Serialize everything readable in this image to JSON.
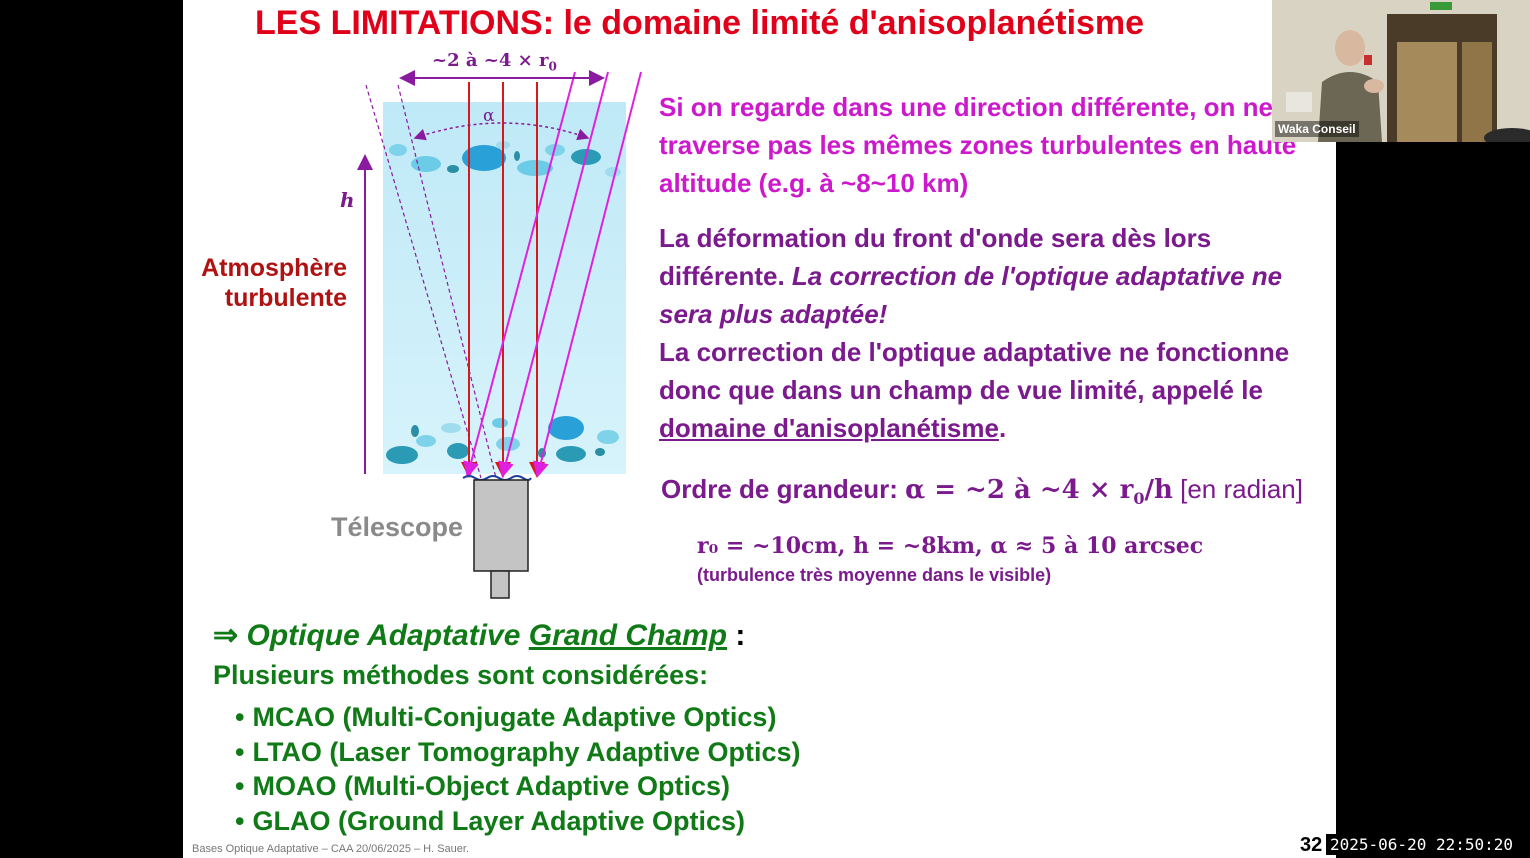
{
  "slide": {
    "title": "LES LIMITATIONS: le domaine limité d'anisoplanétisme",
    "diagram": {
      "width_label": "~2 à ~4 × r",
      "width_sub": "0",
      "alpha_label": "α",
      "h_label": "h",
      "atmosphere_label": "Atmosphère turbulente",
      "telescope_label": "Télescope"
    },
    "para1": "Si on regarde dans une direction différente, on ne traverse pas les mêmes zones turbulentes en haute altitude (e.g. à ~8~10 km)",
    "para2": {
      "line1": "La déformation du front d'onde sera dès lors différente. ",
      "italic": "La correction de l'optique adaptative ne sera plus adaptée!",
      "line2": "La correction de l'optique adaptative ne fonctionne donc que dans un champ de vue limité, appelé le ",
      "underlined": "domaine d'anisoplanétisme",
      "end": "."
    },
    "ordre": {
      "label": "Ordre de grandeur: ",
      "formula": "α = ~2 à ~4 × r",
      "sub": "0",
      "formula_end": "/h",
      "unit": " [en radian]"
    },
    "values": {
      "text": "r₀ = ~10cm,  h = ~8km,    α ≈ 5 à 10 arcsec",
      "note": "(turbulence très moyenne dans le visible)"
    },
    "grand_champ": {
      "arrow": "⇒ ",
      "prefix": "Optique Adaptative ",
      "underlined": "Grand Champ",
      "colon": " :"
    },
    "methods_intro": "Plusieurs méthodes sont considérées:",
    "methods": [
      "MCAO (Multi-Conjugate Adaptive Optics)",
      "LTAO (Laser Tomography Adaptive Optics)",
      "MOAO (Multi-Object Adaptive Optics)",
      "GLAO (Ground Layer Adaptive Optics)"
    ],
    "footer": "Bases Optique Adaptative – CAA 20/06/2025 – H. Sauer.",
    "slide_number": "32"
  },
  "overlay": {
    "timestamp": "2025-06-20 22:50:20",
    "webcam_name": "Waka Conseil"
  },
  "colors": {
    "title_red": "#e0001a",
    "magenta": "#cc19cc",
    "purple": "#7a1a8c",
    "green": "#0f7a16",
    "atmosphere_fill": "#c6ebf7",
    "beam_red": "#d7191c"
  },
  "icons": {
    "bullet": "•"
  }
}
